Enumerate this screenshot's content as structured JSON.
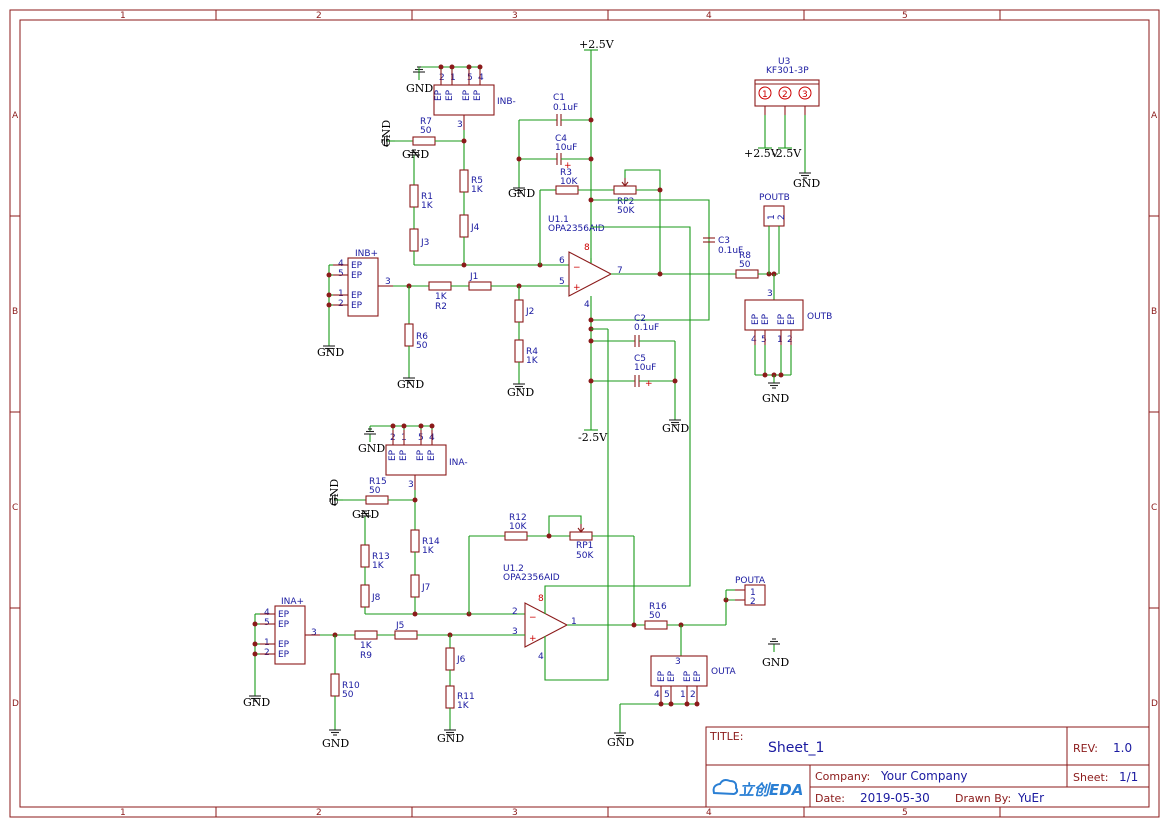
{
  "zones": {
    "cols": [
      "1",
      "2",
      "3",
      "4",
      "5"
    ],
    "rows": [
      "A",
      "B",
      "C",
      "D"
    ]
  },
  "title_block": {
    "title_label": "TITLE:",
    "title_value": "Sheet_1",
    "rev_label": "REV:",
    "rev_value": "1.0",
    "company_label": "Company:",
    "company_value": "Your Company",
    "sheet_label": "Sheet:",
    "sheet_value": "1/1",
    "date_label": "Date:",
    "date_value": "2019-05-30",
    "drawn_label": "Drawn By:",
    "drawn_value": "YuEr",
    "logo_text": "立创EDA"
  },
  "nets": {
    "gnd": "GND",
    "vpos": "+2.5V",
    "vneg": "-2.5V"
  },
  "pins": {
    "ep": "EP",
    "p1": "1",
    "p2": "2",
    "p3": "3",
    "p4": "4",
    "p5": "5",
    "p6": "6",
    "p7": "7",
    "p8": "8"
  },
  "components": {
    "u3": {
      "ref": "U3",
      "value": "KF301-3P",
      "p1": "1",
      "p2": "2",
      "p3": "3"
    },
    "u11": {
      "ref": "U1.1",
      "value": "OPA2356AID"
    },
    "u12": {
      "ref": "U1.2",
      "value": "OPA2356AID"
    },
    "inb_minus": "INB-",
    "inb_plus": "INB+",
    "ina_minus": "INA-",
    "ina_plus": "INA+",
    "outb": "OUTB",
    "outa": "OUTA",
    "poutb": "POUTB",
    "pouta": "POUTA",
    "c1": {
      "ref": "C1",
      "value": "0.1uF"
    },
    "c2": {
      "ref": "C2",
      "value": "0.1uF"
    },
    "c3": {
      "ref": "C3",
      "value": "0.1uF"
    },
    "c4": {
      "ref": "C4",
      "value": "10uF"
    },
    "c5": {
      "ref": "C5",
      "value": "10uF"
    },
    "r1": {
      "ref": "R1",
      "value": "1K"
    },
    "r2": {
      "ref": "R2",
      "value": "1K"
    },
    "r3": {
      "ref": "R3",
      "value": "10K"
    },
    "r4": {
      "ref": "R4",
      "value": "1K"
    },
    "r5": {
      "ref": "R5",
      "value": "1K"
    },
    "r6": {
      "ref": "R6",
      "value": "50"
    },
    "r7": {
      "ref": "R7",
      "value": "50"
    },
    "r8": {
      "ref": "R8",
      "value": "50"
    },
    "r9": {
      "ref": "R9",
      "value": "1K"
    },
    "r10": {
      "ref": "R10",
      "value": "50"
    },
    "r11": {
      "ref": "R11",
      "value": "1K"
    },
    "r12": {
      "ref": "R12",
      "value": "10K"
    },
    "r13": {
      "ref": "R13",
      "value": "1K"
    },
    "r14": {
      "ref": "R14",
      "value": "1K"
    },
    "r15": {
      "ref": "R15",
      "value": "50"
    },
    "r16": {
      "ref": "R16",
      "value": "50"
    },
    "rp1": {
      "ref": "RP1",
      "value": "50K"
    },
    "rp2": {
      "ref": "RP2",
      "value": "50K"
    },
    "j1": "J1",
    "j2": "J2",
    "j3": "J3",
    "j4": "J4",
    "j5": "J5",
    "j6": "J6",
    "j7": "J7",
    "j8": "J8"
  },
  "colors": {
    "frame": "#8b1a1a",
    "wire": "#1a9a1a",
    "label": "#1a1aa0",
    "pin_number_power": "#cc0000"
  }
}
